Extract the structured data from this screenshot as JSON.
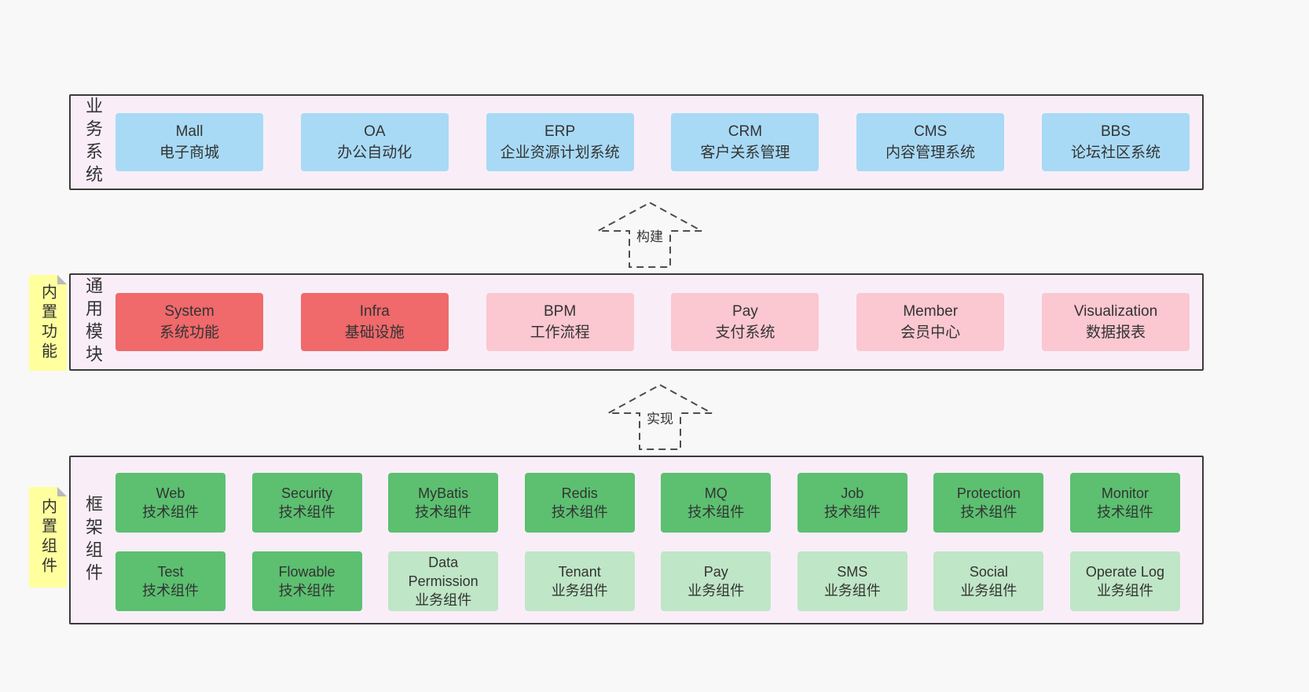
{
  "diagram": {
    "layers": {
      "business": {
        "side_label": "业务系统",
        "boxes": [
          {
            "title": "Mall",
            "subtitle": "电子商城"
          },
          {
            "title": "OA",
            "subtitle": "办公自动化"
          },
          {
            "title": "ERP",
            "subtitle": "企业资源计划系统"
          },
          {
            "title": "CRM",
            "subtitle": "客户关系管理"
          },
          {
            "title": "CMS",
            "subtitle": "内容管理系统"
          },
          {
            "title": "BBS",
            "subtitle": "论坛社区系统"
          }
        ]
      },
      "modules": {
        "side_label": "通用模块",
        "sticky_label": "内置功能",
        "boxes": [
          {
            "title": "System",
            "subtitle": "系统功能",
            "variant": "red"
          },
          {
            "title": "Infra",
            "subtitle": "基础设施",
            "variant": "red"
          },
          {
            "title": "BPM",
            "subtitle": "工作流程",
            "variant": "pink"
          },
          {
            "title": "Pay",
            "subtitle": "支付系统",
            "variant": "pink"
          },
          {
            "title": "Member",
            "subtitle": "会员中心",
            "variant": "pink"
          },
          {
            "title": "Visualization",
            "subtitle": "数据报表",
            "variant": "pink"
          }
        ]
      },
      "components": {
        "side_label": "框架组件",
        "sticky_label": "内置组件",
        "row1": [
          {
            "title": "Web",
            "subtitle": "技术组件",
            "variant": "green"
          },
          {
            "title": "Security",
            "subtitle": "技术组件",
            "variant": "green"
          },
          {
            "title": "MyBatis",
            "subtitle": "技术组件",
            "variant": "green"
          },
          {
            "title": "Redis",
            "subtitle": "技术组件",
            "variant": "green"
          },
          {
            "title": "MQ",
            "subtitle": "技术组件",
            "variant": "green"
          },
          {
            "title": "Job",
            "subtitle": "技术组件",
            "variant": "green"
          },
          {
            "title": "Protection",
            "subtitle": "技术组件",
            "variant": "green"
          },
          {
            "title": "Monitor",
            "subtitle": "技术组件",
            "variant": "green"
          }
        ],
        "row2": [
          {
            "title": "Test",
            "subtitle": "技术组件",
            "variant": "green"
          },
          {
            "title": "Flowable",
            "subtitle": "技术组件",
            "variant": "green"
          },
          {
            "title": "Data Permission",
            "subtitle": "业务组件",
            "variant": "green-light"
          },
          {
            "title": "Tenant",
            "subtitle": "业务组件",
            "variant": "green-light"
          },
          {
            "title": "Pay",
            "subtitle": "业务组件",
            "variant": "green-light"
          },
          {
            "title": "SMS",
            "subtitle": "业务组件",
            "variant": "green-light"
          },
          {
            "title": "Social",
            "subtitle": "业务组件",
            "variant": "green-light"
          },
          {
            "title": "Operate Log",
            "subtitle": "业务组件",
            "variant": "green-light"
          }
        ]
      }
    },
    "arrows": {
      "build": "构建",
      "implement": "实现"
    },
    "colors": {
      "page_background": "#f8f8f8",
      "panel_background": "#f9eef8",
      "panel_border": "#3a3a3a",
      "blue": "#a8daf5",
      "red": "#f0696b",
      "pink": "#fbc7d0",
      "green": "#5cc070",
      "green_light": "#bfe6c6",
      "sticky_yellow": "#ffff9e",
      "text": "#333333"
    }
  }
}
